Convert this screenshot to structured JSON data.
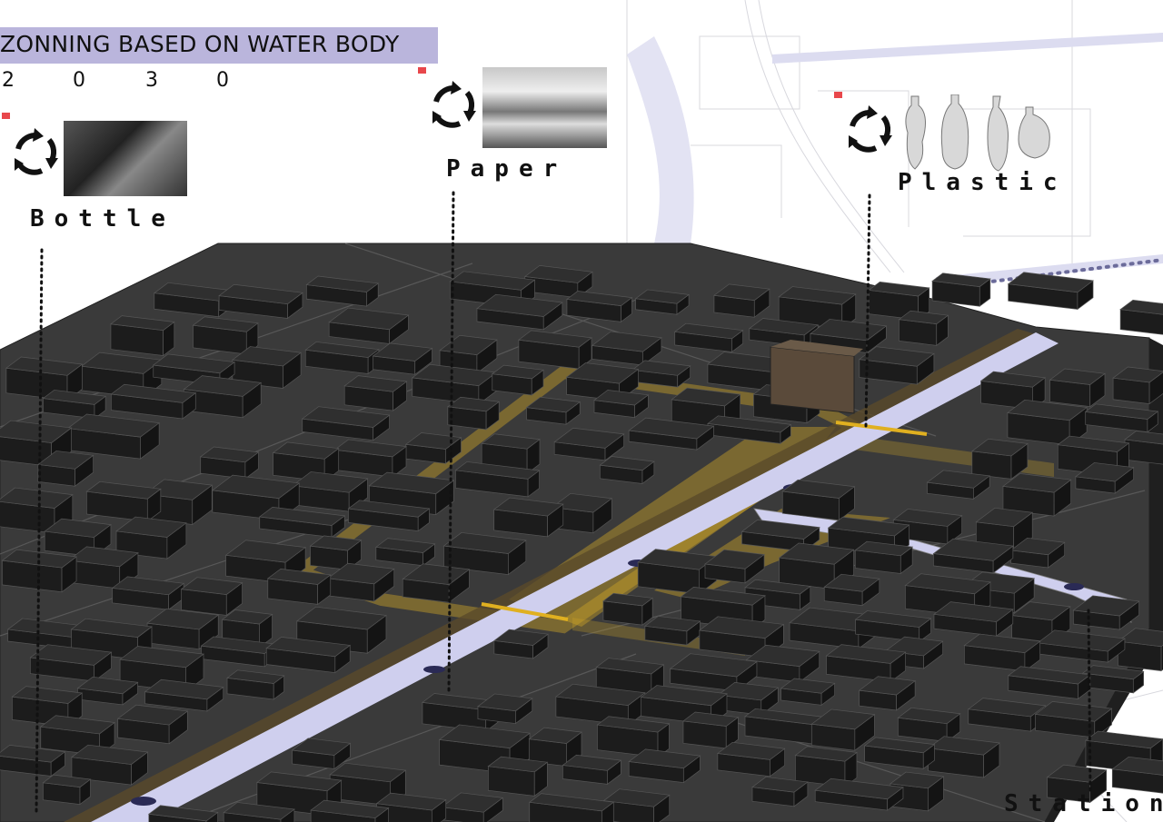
{
  "header": {
    "title": "ZONNING BASED ON WATER BODY",
    "year_digits": [
      "2",
      "0",
      "3",
      "0"
    ]
  },
  "categories": [
    {
      "label": "Bottle",
      "icon": "recycle-icon"
    },
    {
      "label": "Paper",
      "icon": "recycle-icon"
    },
    {
      "label": "Plastic",
      "icon": "recycle-icon"
    }
  ],
  "station": {
    "label": "Station"
  },
  "colors": {
    "title_bg": "#bab5dc",
    "water": "#cfcfee",
    "zone": "#c9a227",
    "building_top": "#2f2f2f",
    "ground": "#3a3a3a"
  }
}
